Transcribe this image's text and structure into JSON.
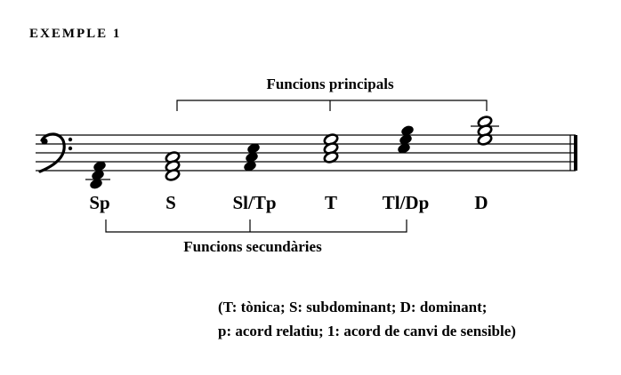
{
  "example_label": "EXEMPLE 1",
  "top_bracket_label": "Funcions principals",
  "bottom_bracket_label": "Funcions secundàries",
  "chords": [
    {
      "label": "Sp"
    },
    {
      "label": "S"
    },
    {
      "label": "Sl/Tp"
    },
    {
      "label": "T"
    },
    {
      "label": "Tl/Dp"
    },
    {
      "label": "D"
    }
  ],
  "clef": "bass-clef-icon",
  "legend": {
    "line1": "(T: tònica; S: subdominant; D: dominant;",
    "line2": "p: acord relatiu; 1: acord de canvi de sensible)"
  }
}
